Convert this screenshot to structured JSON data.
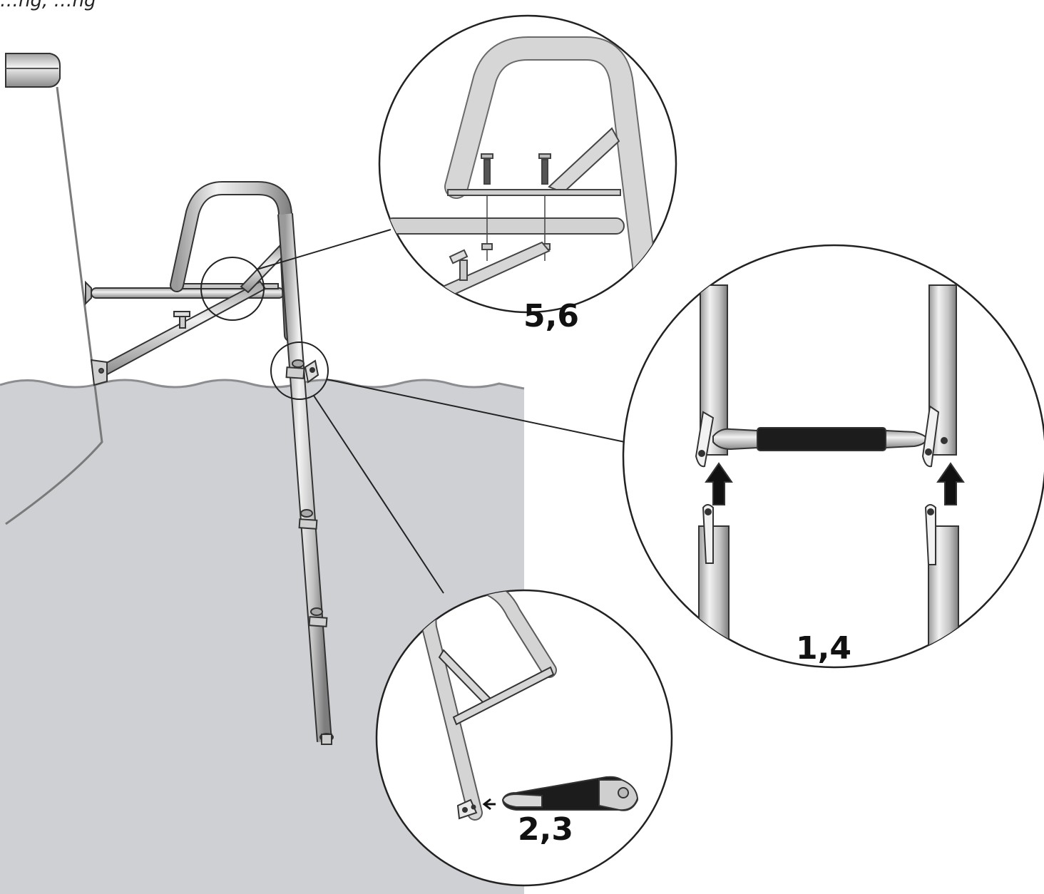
{
  "caption": "…ng, …ng",
  "callouts": {
    "detail_top": "5,6",
    "detail_right": "1,4",
    "detail_bottom": "2,3"
  },
  "colors": {
    "water": "#cfd0d3",
    "outline": "#222222",
    "tube_light": "#d9d9d9",
    "tube_dark": "#8a8a8a",
    "grip": "#1a1a1a"
  }
}
